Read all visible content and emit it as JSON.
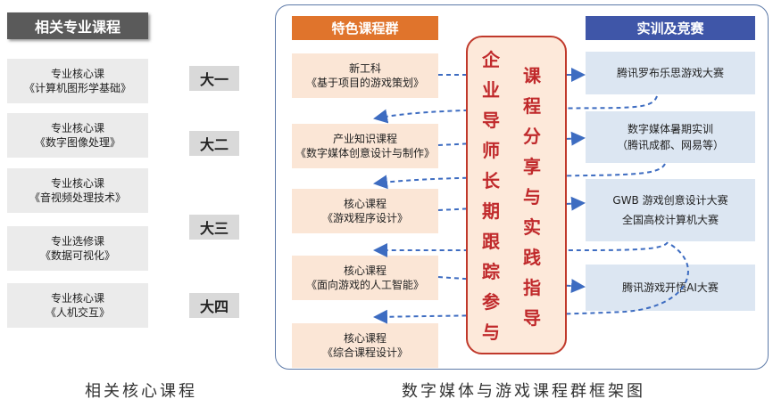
{
  "left": {
    "header": "相关专业课程",
    "courses": [
      {
        "type": "专业核心课",
        "name": "《计算机图形学基础》"
      },
      {
        "type": "专业核心课",
        "name": "《数字图像处理》"
      },
      {
        "type": "专业核心课",
        "name": "《音视频处理技术》"
      },
      {
        "type": "专业选修课",
        "name": "《数据可视化》"
      },
      {
        "type": "专业核心课",
        "name": "《人机交互》"
      }
    ],
    "years": [
      "大一",
      "大二",
      "大三",
      "大四"
    ],
    "caption": "相关核心课程"
  },
  "framework": {
    "course_header": "特色课程群",
    "competition_header": "实训及竞赛",
    "courses": [
      {
        "type": "新工科",
        "name": "《基于项目的游戏策划》"
      },
      {
        "type": "产业知识课程",
        "name": "《数字媒体创意设计与制作》"
      },
      {
        "type": "核心课程",
        "name": "《游戏程序设计》"
      },
      {
        "type": "核心课程",
        "name": "《面向游戏的人工智能》"
      },
      {
        "type": "核心课程",
        "name": "《综合课程设计》"
      }
    ],
    "competitions": [
      {
        "line1": "腾讯罗布乐思游戏大赛",
        "line2": ""
      },
      {
        "line1": "数字媒体暑期实训",
        "line2": "（腾讯成都、网易等）"
      },
      {
        "line1": "GWB 游戏创意设计大赛",
        "line2": "全国高校计算机大赛"
      },
      {
        "line1": "腾讯游戏开悟AI大赛",
        "line2": ""
      }
    ],
    "guidance_left": [
      "企",
      "业",
      "导",
      "师",
      "长",
      "期",
      "跟",
      "踪",
      "参",
      "与"
    ],
    "guidance_right": [
      "课",
      "程",
      "分",
      "享",
      "与",
      "实",
      "践",
      "指",
      "导"
    ],
    "caption": "数字媒体与游戏课程群框架图"
  },
  "colors": {
    "orange_header": "#e0742c",
    "blue_header": "#3f56a8",
    "course_fill": "#fbe6d6",
    "competition_fill": "#dce6f2",
    "guidance_text": "#c0292b",
    "arrow": "#3d6cc1"
  }
}
